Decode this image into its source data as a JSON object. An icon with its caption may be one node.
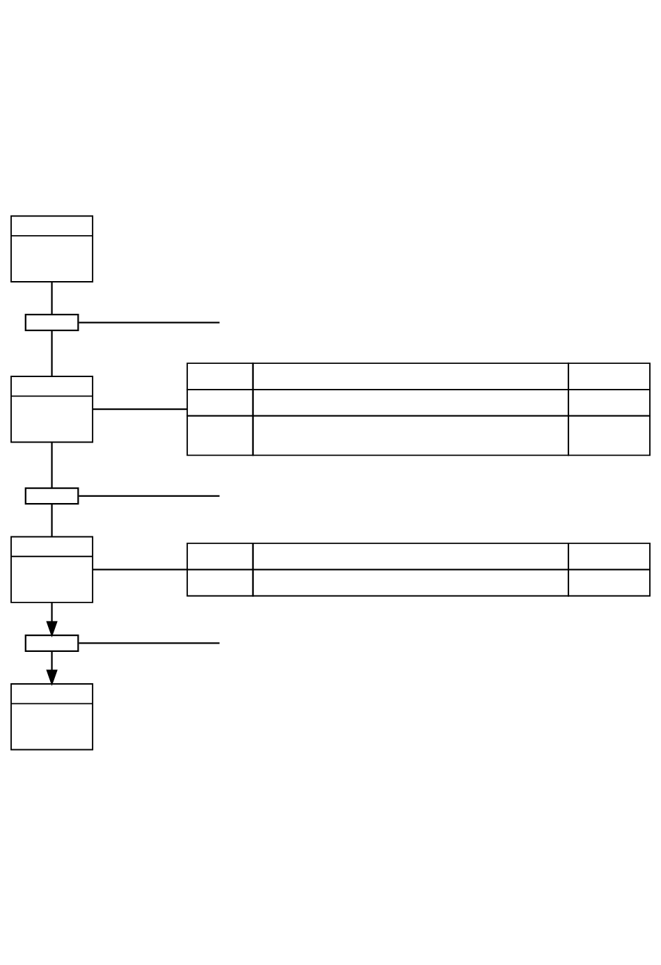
{
  "diagram": {
    "nodes": [
      {
        "text": [],
        "shape": "box"
      },
      {
        "text": [],
        "shape": "bar"
      },
      {
        "text": [],
        "shape": "box"
      },
      {
        "text": [],
        "shape": "table"
      },
      {
        "text": [],
        "shape": "bar"
      },
      {
        "text": [],
        "shape": "box"
      },
      {
        "text": [],
        "shape": "table"
      },
      {
        "text": [],
        "shape": "bar"
      },
      {
        "text": [],
        "shape": "box"
      }
    ],
    "edges": [
      {
        "from": 0,
        "to": 1,
        "arrow": "none"
      },
      {
        "from": 1,
        "to": null,
        "arrow": "none"
      },
      {
        "from": 1,
        "to": 2,
        "arrow": "none"
      },
      {
        "from": 2,
        "to": 3,
        "arrow": "none"
      },
      {
        "from": 2,
        "to": 4,
        "arrow": "none"
      },
      {
        "from": 4,
        "to": null,
        "arrow": "none"
      },
      {
        "from": 4,
        "to": 5,
        "arrow": "none"
      },
      {
        "from": 5,
        "to": 6,
        "arrow": "none"
      },
      {
        "from": 5,
        "to": 7,
        "arrow": "to"
      },
      {
        "from": 7,
        "to": null,
        "arrow": "none"
      },
      {
        "from": 7,
        "to": 8,
        "arrow": "to"
      }
    ]
  }
}
